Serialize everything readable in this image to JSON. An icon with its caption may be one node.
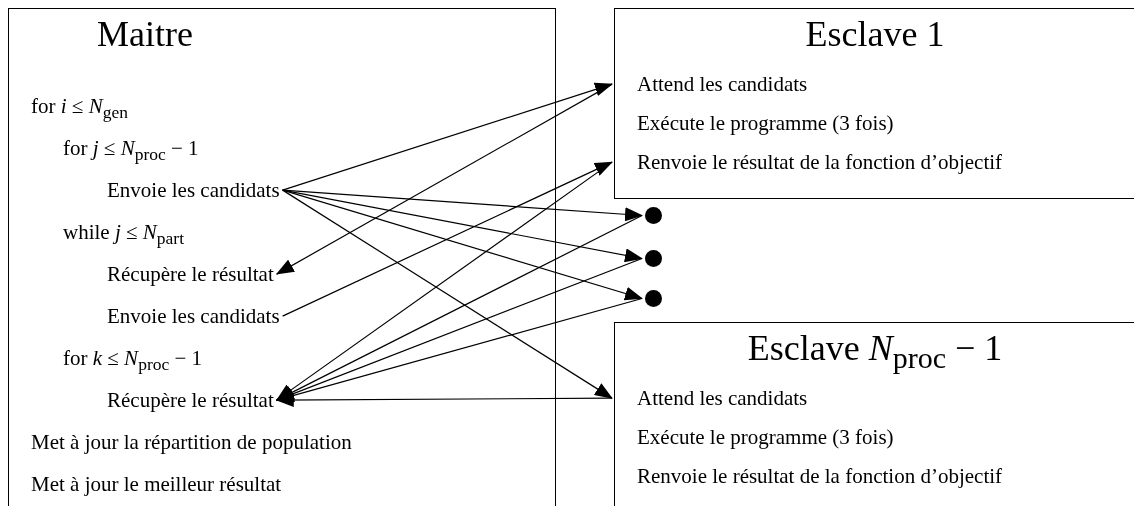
{
  "diagram": {
    "nodes": [
      {
        "text": [
          "Maitre"
        ]
      },
      {
        "text": [
          "for *i* ≤ *N*$_{gen}$"
        ],
        "in": 0
      },
      {
        "text": [
          "for *j* ≤ *N*$_{proc}$ − 1"
        ],
        "in": 0
      },
      {
        "text": [
          "Envoie les candidats"
        ],
        "in": 0
      },
      {
        "text": [
          "while *j* ≤ *N*$_{part}$"
        ],
        "in": 0
      },
      {
        "text": [
          "Récupère le résultat"
        ],
        "in": 0
      },
      {
        "text": [
          "Envoie les candidats"
        ],
        "in": 0
      },
      {
        "text": [
          "for *k* ≤ *N*$_{proc}$ − 1"
        ],
        "in": 0
      },
      {
        "text": [
          "Récupère le résultat"
        ],
        "in": 0
      },
      {
        "text": [
          "Met à jour la répartition de population"
        ],
        "in": 0
      },
      {
        "text": [
          "Met à jour le meilleur résultat"
        ],
        "in": 0
      },
      {
        "text": [
          "Esclave 1"
        ]
      },
      {
        "text": [
          "Attend les candidats"
        ],
        "in": 11
      },
      {
        "text": [
          "Exécute le programme (3 fois)"
        ],
        "in": 11
      },
      {
        "text": [
          "Renvoie le résultat de la fonction d’objectif"
        ],
        "in": 11
      },
      {
        "text": [],
        "shape": "circle"
      },
      {
        "text": [],
        "shape": "circle"
      },
      {
        "text": [],
        "shape": "circle"
      },
      {
        "text": [
          "Esclave *N*$_{proc}$ − 1"
        ]
      },
      {
        "text": [
          "Attend les candidats"
        ],
        "in": 18
      },
      {
        "text": [
          "Exécute le programme (3 fois)"
        ],
        "in": 18
      },
      {
        "text": [
          "Renvoie le résultat de la fonction d’objectif"
        ],
        "in": 18
      }
    ],
    "edges": [
      {
        "from": 3,
        "to": 12,
        "arrow": "to"
      },
      {
        "from": 3,
        "to": 15,
        "arrow": "to"
      },
      {
        "from": 3,
        "to": 16,
        "arrow": "to"
      },
      {
        "from": 3,
        "to": 17,
        "arrow": "to"
      },
      {
        "from": 3,
        "to": 19,
        "arrow": "to"
      },
      {
        "from": 12,
        "to": 5,
        "arrow": "to"
      },
      {
        "from": 6,
        "to": 14,
        "arrow": "to"
      },
      {
        "from": 14,
        "to": 8,
        "arrow": "to"
      },
      {
        "from": 15,
        "to": 8,
        "arrow": "to"
      },
      {
        "from": 16,
        "to": 8,
        "arrow": "to"
      },
      {
        "from": 17,
        "to": 8,
        "arrow": "to"
      },
      {
        "from": 19,
        "to": 8,
        "arrow": "to"
      }
    ]
  }
}
